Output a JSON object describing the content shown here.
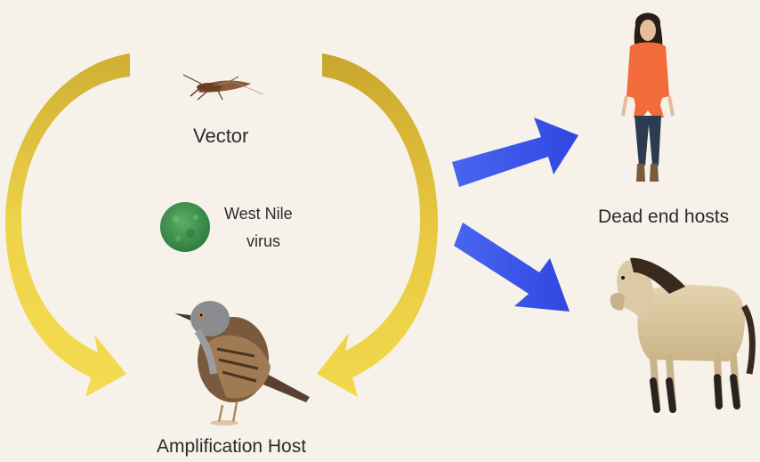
{
  "labels": {
    "vector": "Vector",
    "virus_line1": "West Nile",
    "virus_line2": "virus",
    "dead_end_hosts": "Dead end hosts",
    "amplification_host": "Amplification Host"
  },
  "colors": {
    "background": "#f6f2ea",
    "cycle_arrow": "#e6c63a",
    "cycle_arrow_shadow": "#c9a52a",
    "spillover_arrow": "#3d56ea",
    "virus": "#3f9552"
  },
  "icons": [
    "mosquito-icon",
    "virus-icon",
    "bird-icon",
    "person-icon",
    "horse-icon"
  ]
}
